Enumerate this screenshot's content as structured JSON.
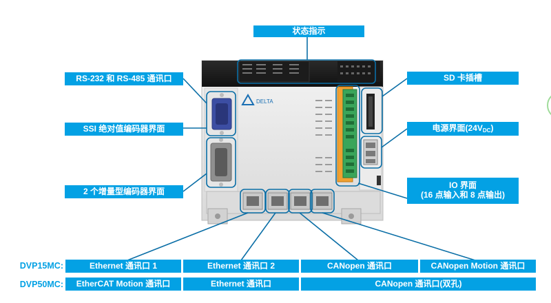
{
  "labels": {
    "status_indicator": "状态指示",
    "rs_port": "RS-232 和 RS-485 通讯口",
    "ssi": "SSI 绝对值编码器界面",
    "incremental": "2 个增量型编码器界面",
    "sd_slot": "SD 卡插槽",
    "power_main": "电源界面(24V",
    "power_sub": "DC",
    "power_end": ")",
    "io_line1": "IO 界面",
    "io_line2": "(16 点输入和 8 点输出)"
  },
  "device": {
    "brand": "DELTA"
  },
  "table": {
    "rows": [
      {
        "model": "DVP15MC:",
        "cells": [
          "Ethernet 通讯口 1",
          "Ethernet 通讯口 2",
          "CANopen 通讯口",
          "CANopen Motion 通讯口"
        ]
      },
      {
        "model": "DVP50MC:",
        "cells": [
          "EtherCAT Motion 通讯口",
          "Ethernet 通讯口",
          "CANopen 通讯口(双孔)"
        ]
      }
    ]
  },
  "colors": {
    "accent": "#03A1E4",
    "callout_line": "#0A6EA6"
  }
}
